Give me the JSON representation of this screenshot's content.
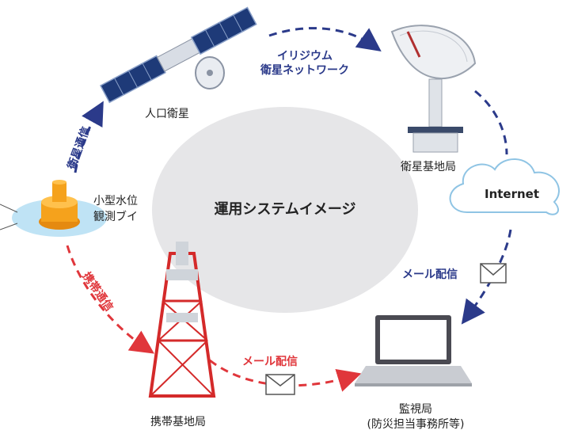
{
  "diagram": {
    "center_title": "運用システムイメージ",
    "nodes": {
      "satellite": "人口衛星",
      "ground_station": "衛星基地局",
      "internet": "Internet",
      "buoy_line1": "小型水位",
      "buoy_line2": "観測ブイ",
      "cell_station": "携帯基地局",
      "monitor_line1": "監視局",
      "monitor_line2": "(防災担当事務所等)"
    },
    "links": {
      "iridium_line1": "イリジウム",
      "iridium_line2": "衛星ネットワーク",
      "satellite_comm": "衛星通信",
      "mobile_comm": "携帯通信",
      "mail_blue": "メール配信",
      "mail_red": "メール配信"
    },
    "colors": {
      "blue": "#2b3a8a",
      "red": "#e0363b",
      "center_bg": "#e6e6e8",
      "water": "#bfe3f5",
      "buoy": "#f5a21c"
    }
  }
}
